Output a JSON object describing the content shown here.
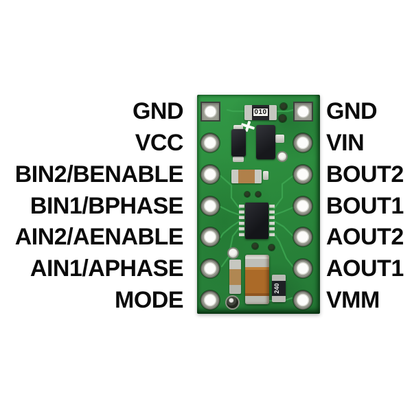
{
  "pins": {
    "left": [
      "GND",
      "VCC",
      "BIN2/BENABLE",
      "BIN1/BPHASE",
      "AIN2/AENABLE",
      "AIN1/APHASE",
      "MODE"
    ],
    "right": [
      "GND",
      "VIN",
      "BOUT2",
      "BOUT1",
      "AOUT2",
      "AOUT1",
      "VMM"
    ]
  },
  "board": {
    "pins_per_side": 7,
    "markings": {
      "top_resistor": "010",
      "bottom_resistor": "240"
    },
    "colors": {
      "pcb_green": "#2b8a3c",
      "pcb_dark_edge": "#14501f",
      "trace_green": "#3ea853",
      "pad_silver": "#9a9c91",
      "hole_white": "#fcfcfa",
      "component_black": "#1b1c20",
      "capacitor_orange": "#ab6a28",
      "label_text": "#0b0b0b",
      "background": "#ffffff"
    }
  }
}
